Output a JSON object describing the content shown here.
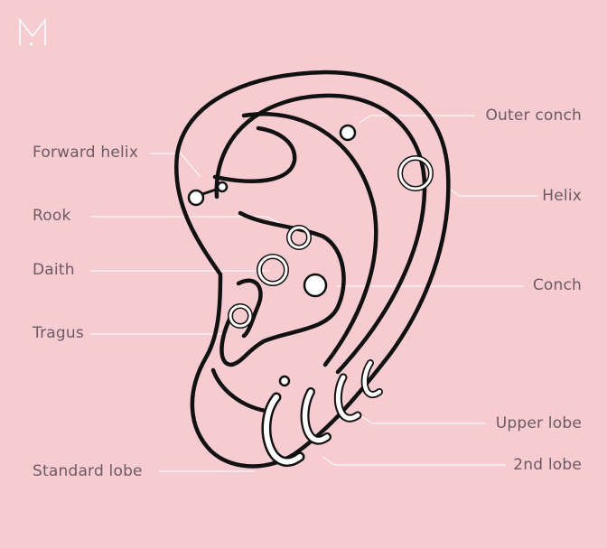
{
  "logo": {
    "name": "m-logo-icon"
  },
  "labels": {
    "forward_helix": "Forward helix",
    "rook": "Rook",
    "daith": "Daith",
    "tragus": "Tragus",
    "standard_lobe": "Standard lobe",
    "outer_conch": "Outer conch",
    "helix": "Helix",
    "conch": "Conch",
    "upper_lobe": "Upper lobe",
    "second_lobe": "2nd lobe"
  },
  "colors": {
    "background": "#f6ccd0",
    "ear_outline": "#111111",
    "jewelry_fill": "#ffffff",
    "label_text": "#6d5a62",
    "leader_line": "#ffffff"
  }
}
